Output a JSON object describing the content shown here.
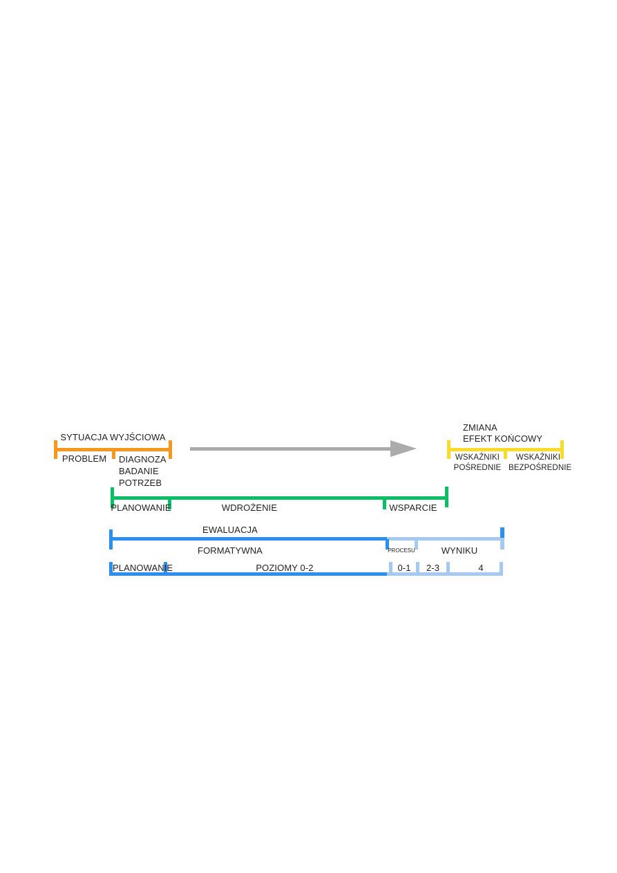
{
  "colors": {
    "orange": "#F8971D",
    "yellow": "#F9DC2B",
    "green": "#0ABE64",
    "blue_dark": "#2B8FF2",
    "blue_light": "#A6C9F2",
    "gray_arrow": "#ABABAB",
    "text": "#231F20"
  },
  "baseline": {
    "title": "SYTUACJA WYJŚCIOWA",
    "problem": "PROBLEM",
    "diagnosis": "DIAGNOZA\nBADANIE\nPOTRZEB"
  },
  "outcome": {
    "title": "ZMIANA\nEFEKT KOŃCOWY",
    "indirect_indicators": "WSKAŹNIKI\nPOŚREDNIE",
    "direct_indicators": "WSKAŹNIKI\nBEZPOŚREDNIE"
  },
  "implementation": {
    "planning": "PLANOWANIE",
    "rollout": "WDROŻENIE",
    "support": "WSPARCIE"
  },
  "evaluation": {
    "title": "EWALUACJA",
    "formative": "FORMATYWNA",
    "process": "PROCESU",
    "outcome": "WYNIKU"
  },
  "levels": {
    "planning": "PLANOWANIE",
    "levels_0_2": "POZIOMY 0-2",
    "level_0_1": "0-1",
    "level_2_3": "2-3",
    "level_4": "4"
  }
}
